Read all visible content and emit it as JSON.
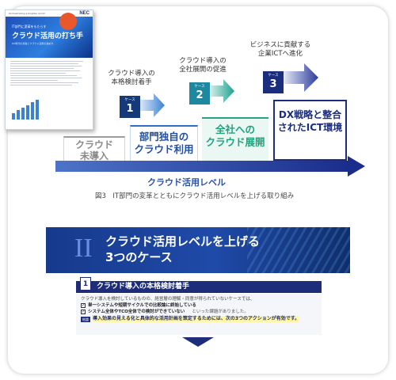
{
  "thumbnail": {
    "brand_text": "Orchestrating a brighter world",
    "logo": "NEC",
    "kicker": "IT部門に変革をもたらす",
    "title": "クラウド活用の打ち手",
    "subtitle": "DX時代の基盤とクラウド活用の進め方"
  },
  "diagram": {
    "stages": [
      {
        "label_line1": "クラウド",
        "label_line2": "未導入"
      },
      {
        "label_line1": "部門独自の",
        "label_line2": "クラウド利用"
      },
      {
        "label_line1": "全社への",
        "label_line2": "クラウド展開"
      },
      {
        "label_line1": "DX戦略と整合",
        "label_line2": "されたICT環境"
      }
    ],
    "steps": [
      {
        "case_word": "ケース",
        "case_number": "1",
        "label_line1": "クラウド導入の",
        "label_line2": "本格検討着手"
      },
      {
        "case_word": "ケース",
        "case_number": "2",
        "label_line1": "クラウド導入の",
        "label_line2": "全社展開の促進"
      },
      {
        "case_word": "ケース",
        "case_number": "3",
        "label_line1": "ビジネスに貢献する",
        "label_line2": "企業ICTへ進化"
      }
    ],
    "level_label": "クラウド活用レベル",
    "caption": "図3　IT部門の変革とともにクラウド活用レベルを上げる取り組み"
  },
  "section": {
    "numeral": "II",
    "title_line1": "クラウド活用レベルを上げる",
    "title_line2": "3つのケース"
  },
  "case_panel": {
    "badge": "1",
    "title": "クラウド導入の本格検討着手",
    "intro": "クラウド導入を検討しているものの、経営層の理解・同意が得られていないケースでは、",
    "checks": [
      {
        "mark": "✓",
        "text": "単一システムや短期サイクルでの比較論に終始している"
      },
      {
        "mark": "✓",
        "text": "システム全体やTCO全体での検討ができていない",
        "trailing": "といった課題がありました。"
      }
    ],
    "conclusion_tag": "結論",
    "conclusion": "導入効果の見える化と具体的な活用計画を策定するためには、次の3つのアクションが有効です。"
  },
  "colors": {
    "navy": "#1b2e7e",
    "blue": "#2f6ec7",
    "teal": "#25a384",
    "gray": "#9c9c9c"
  }
}
